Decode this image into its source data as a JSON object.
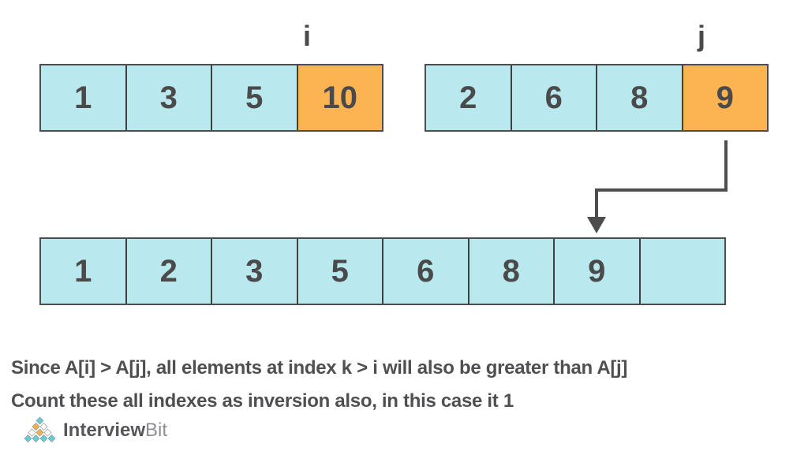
{
  "diagram": {
    "topic": "merge-step inversion counting",
    "arrays": {
      "left": {
        "pointer_label": "i",
        "cells": [
          "1",
          "3",
          "5",
          "10"
        ],
        "highlight_index": 3
      },
      "right": {
        "pointer_label": "j",
        "cells": [
          "2",
          "6",
          "8",
          "9"
        ],
        "highlight_index": 3
      },
      "merged": {
        "cells": [
          "1",
          "2",
          "3",
          "5",
          "6",
          "8",
          "9",
          ""
        ]
      }
    },
    "arrow": {
      "from": "right-array-cell-9",
      "to": "merged-array-cell-9"
    }
  },
  "caption": {
    "line1": "Since A[i] > A[j], all elements at index k > i will also be greater than A[j]",
    "line2": "Count these all indexes as inversion also, in this case it 1"
  },
  "logo": {
    "brand_bold": "Interview",
    "brand_light": "Bit"
  },
  "colors": {
    "cell_cyan": "#b9e8ef",
    "cell_orange": "#fbb451",
    "cell_border": "#4d4d4d",
    "digit_text": "#4a4a4a",
    "caption_text": "#4f4f52",
    "arrow": "#4d4d4d",
    "logo_teal": "#64cdd2",
    "logo_orange": "#f5ae49",
    "logo_text_dark": "#55565a",
    "logo_text_light": "#8d8f92"
  }
}
